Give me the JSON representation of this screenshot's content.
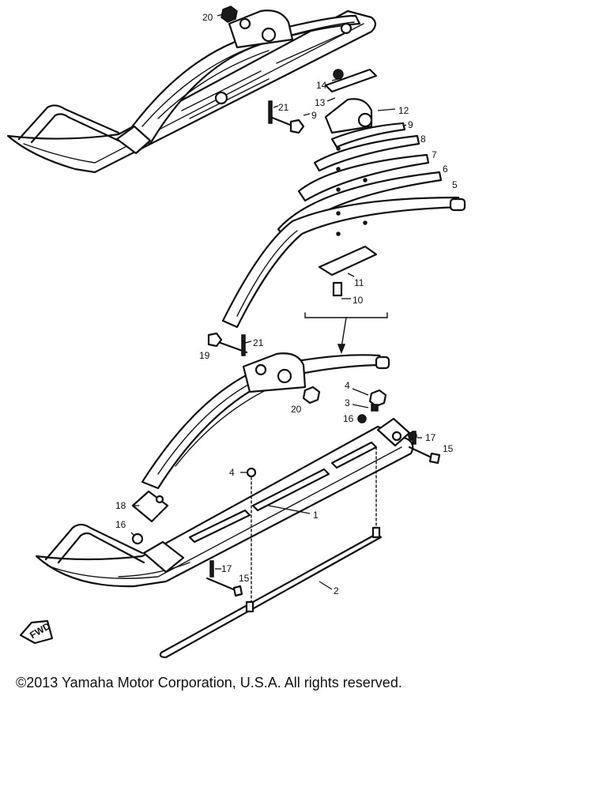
{
  "copyright": "©2013 Yamaha Motor Corporation, U.S.A. All rights reserved.",
  "callouts": [
    {
      "id": "c1",
      "text": "1"
    },
    {
      "id": "c2",
      "text": "2"
    },
    {
      "id": "c3",
      "text": "3"
    },
    {
      "id": "c4a",
      "text": "4"
    },
    {
      "id": "c4b",
      "text": "4"
    },
    {
      "id": "c5",
      "text": "5"
    },
    {
      "id": "c6",
      "text": "6"
    },
    {
      "id": "c7",
      "text": "7"
    },
    {
      "id": "c8",
      "text": "8"
    },
    {
      "id": "c9a",
      "text": "9"
    },
    {
      "id": "c9b",
      "text": "9"
    },
    {
      "id": "c10",
      "text": "10"
    },
    {
      "id": "c11",
      "text": "11"
    },
    {
      "id": "c12",
      "text": "12"
    },
    {
      "id": "c13",
      "text": "13"
    },
    {
      "id": "c14",
      "text": "14"
    },
    {
      "id": "c15a",
      "text": "15"
    },
    {
      "id": "c15b",
      "text": "15"
    },
    {
      "id": "c16a",
      "text": "16"
    },
    {
      "id": "c16b",
      "text": "16"
    },
    {
      "id": "c17a",
      "text": "17"
    },
    {
      "id": "c17b",
      "text": "17"
    },
    {
      "id": "c18",
      "text": "18"
    },
    {
      "id": "c19",
      "text": "19"
    },
    {
      "id": "c20a",
      "text": "20"
    },
    {
      "id": "c20b",
      "text": "20"
    },
    {
      "id": "c21a",
      "text": "21"
    },
    {
      "id": "c21b",
      "text": "21"
    }
  ],
  "fwd_mark": "FWD"
}
